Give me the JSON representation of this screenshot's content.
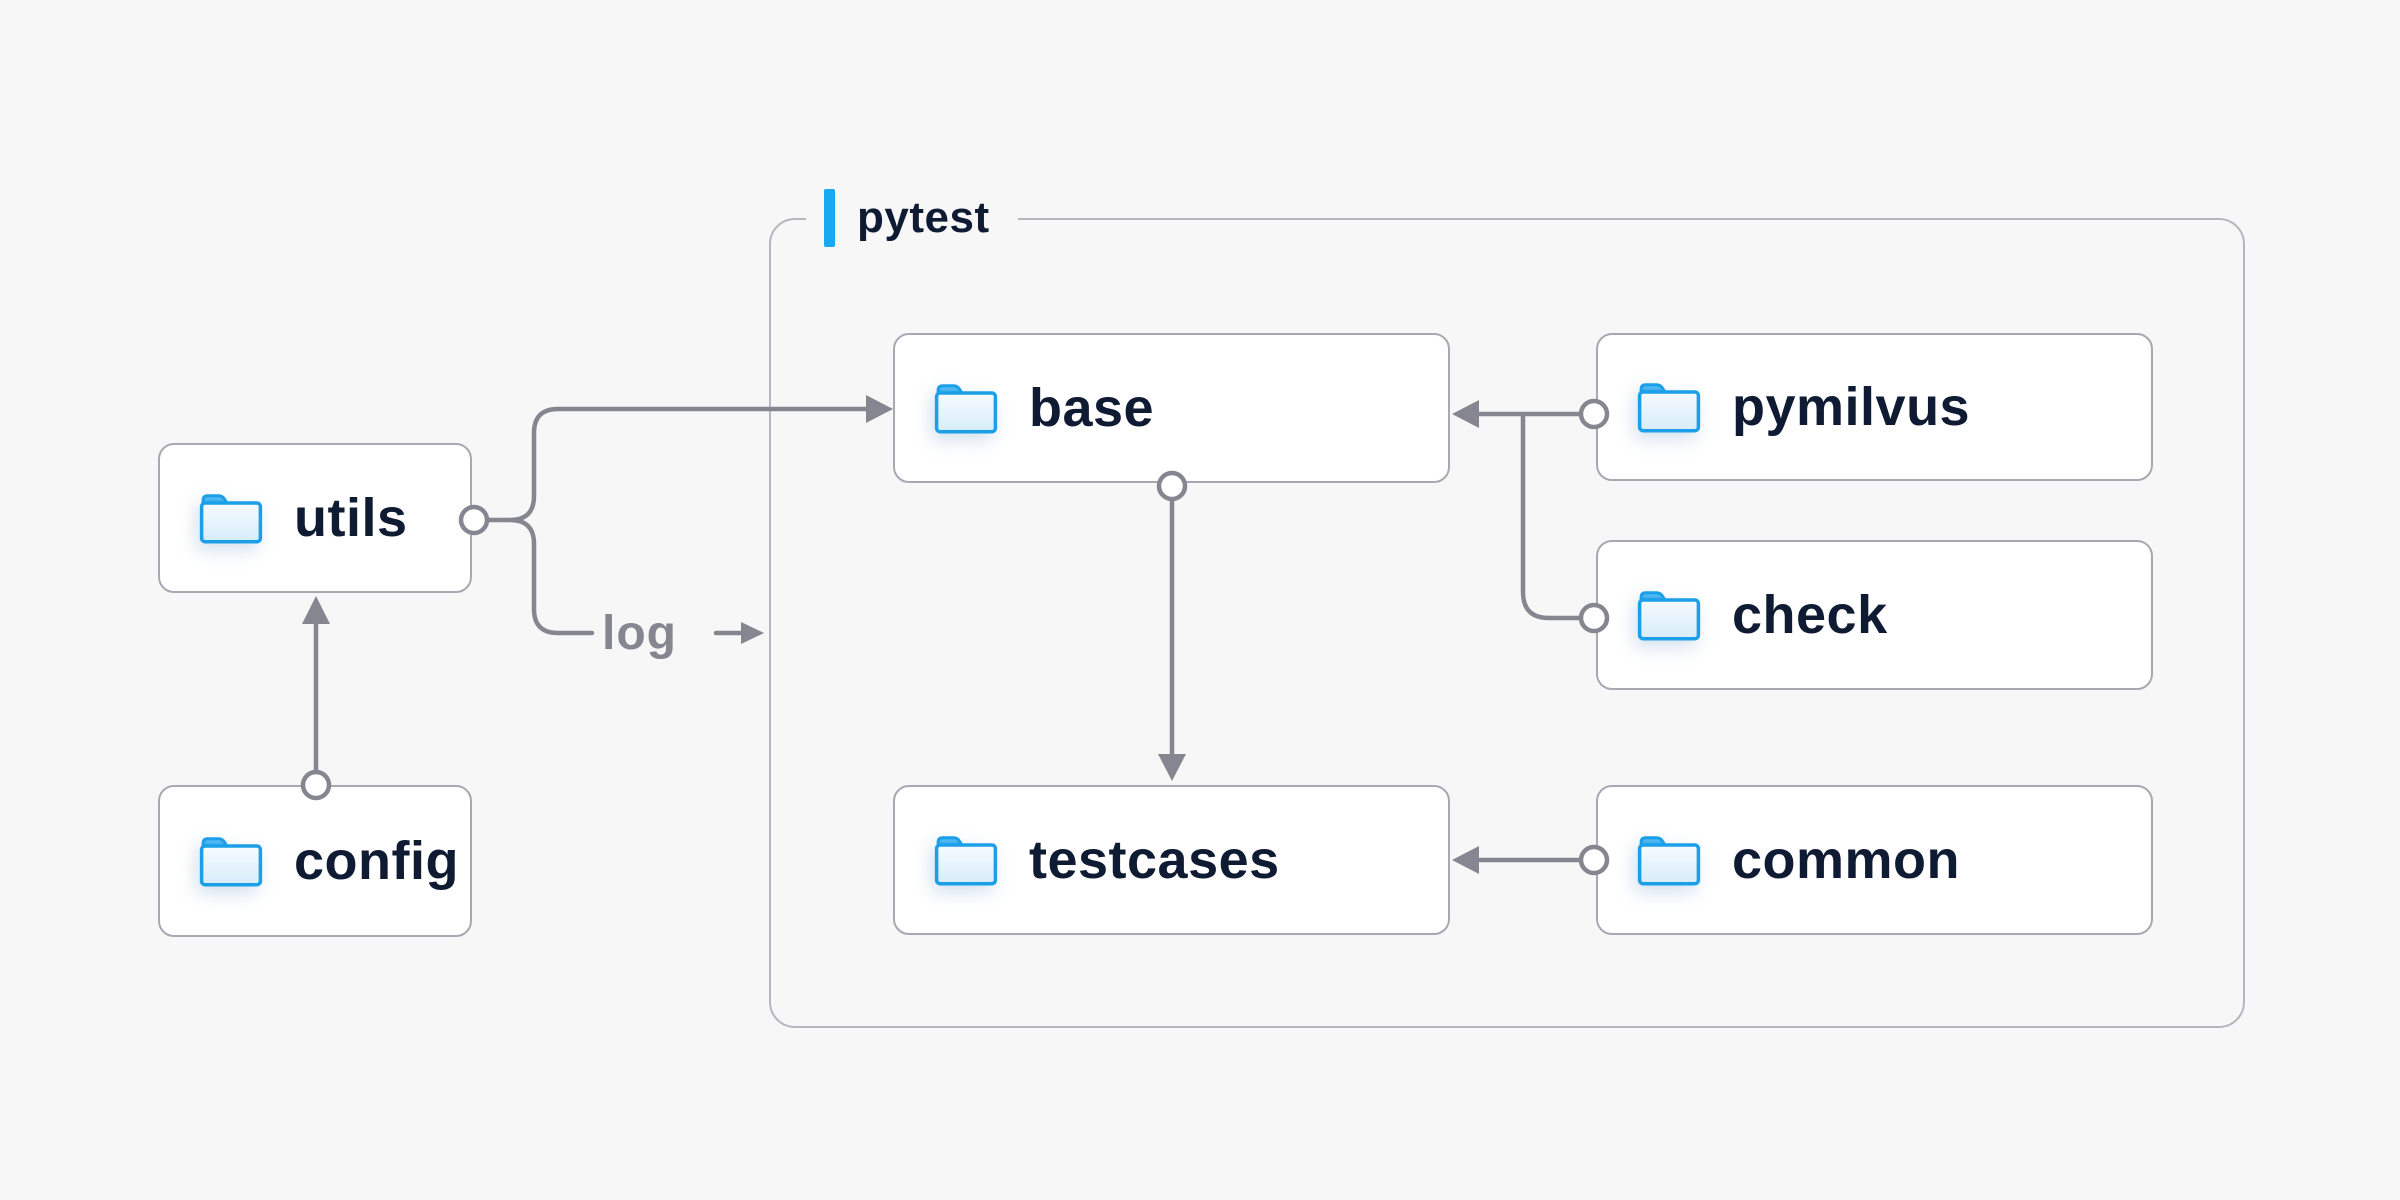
{
  "group": {
    "label": "pytest"
  },
  "nodes": {
    "utils": {
      "label": "utils",
      "icon": "folder-icon"
    },
    "config": {
      "label": "config",
      "icon": "folder-icon"
    },
    "base": {
      "label": "base",
      "icon": "folder-icon"
    },
    "testcases": {
      "label": "testcases",
      "icon": "folder-icon"
    },
    "pymilvus": {
      "label": "pymilvus",
      "icon": "folder-icon"
    },
    "check": {
      "label": "check",
      "icon": "folder-icon"
    },
    "common": {
      "label": "common",
      "icon": "folder-icon"
    }
  },
  "edges": {
    "log_label": "log",
    "connections": [
      "config -> utils",
      "utils -> base",
      "utils -> log -> pytest",
      "pymilvus -> base",
      "check -> base",
      "base -> testcases",
      "common -> testcases"
    ]
  },
  "colors": {
    "accent_blue": "#18a9f3",
    "folder_blue": "#1b9fe9",
    "text_navy": "#0f1a33",
    "line_gray": "#85868f",
    "node_border": "#a7a8b2",
    "group_border": "#b5b6c0",
    "background": "#f7f7f8"
  }
}
